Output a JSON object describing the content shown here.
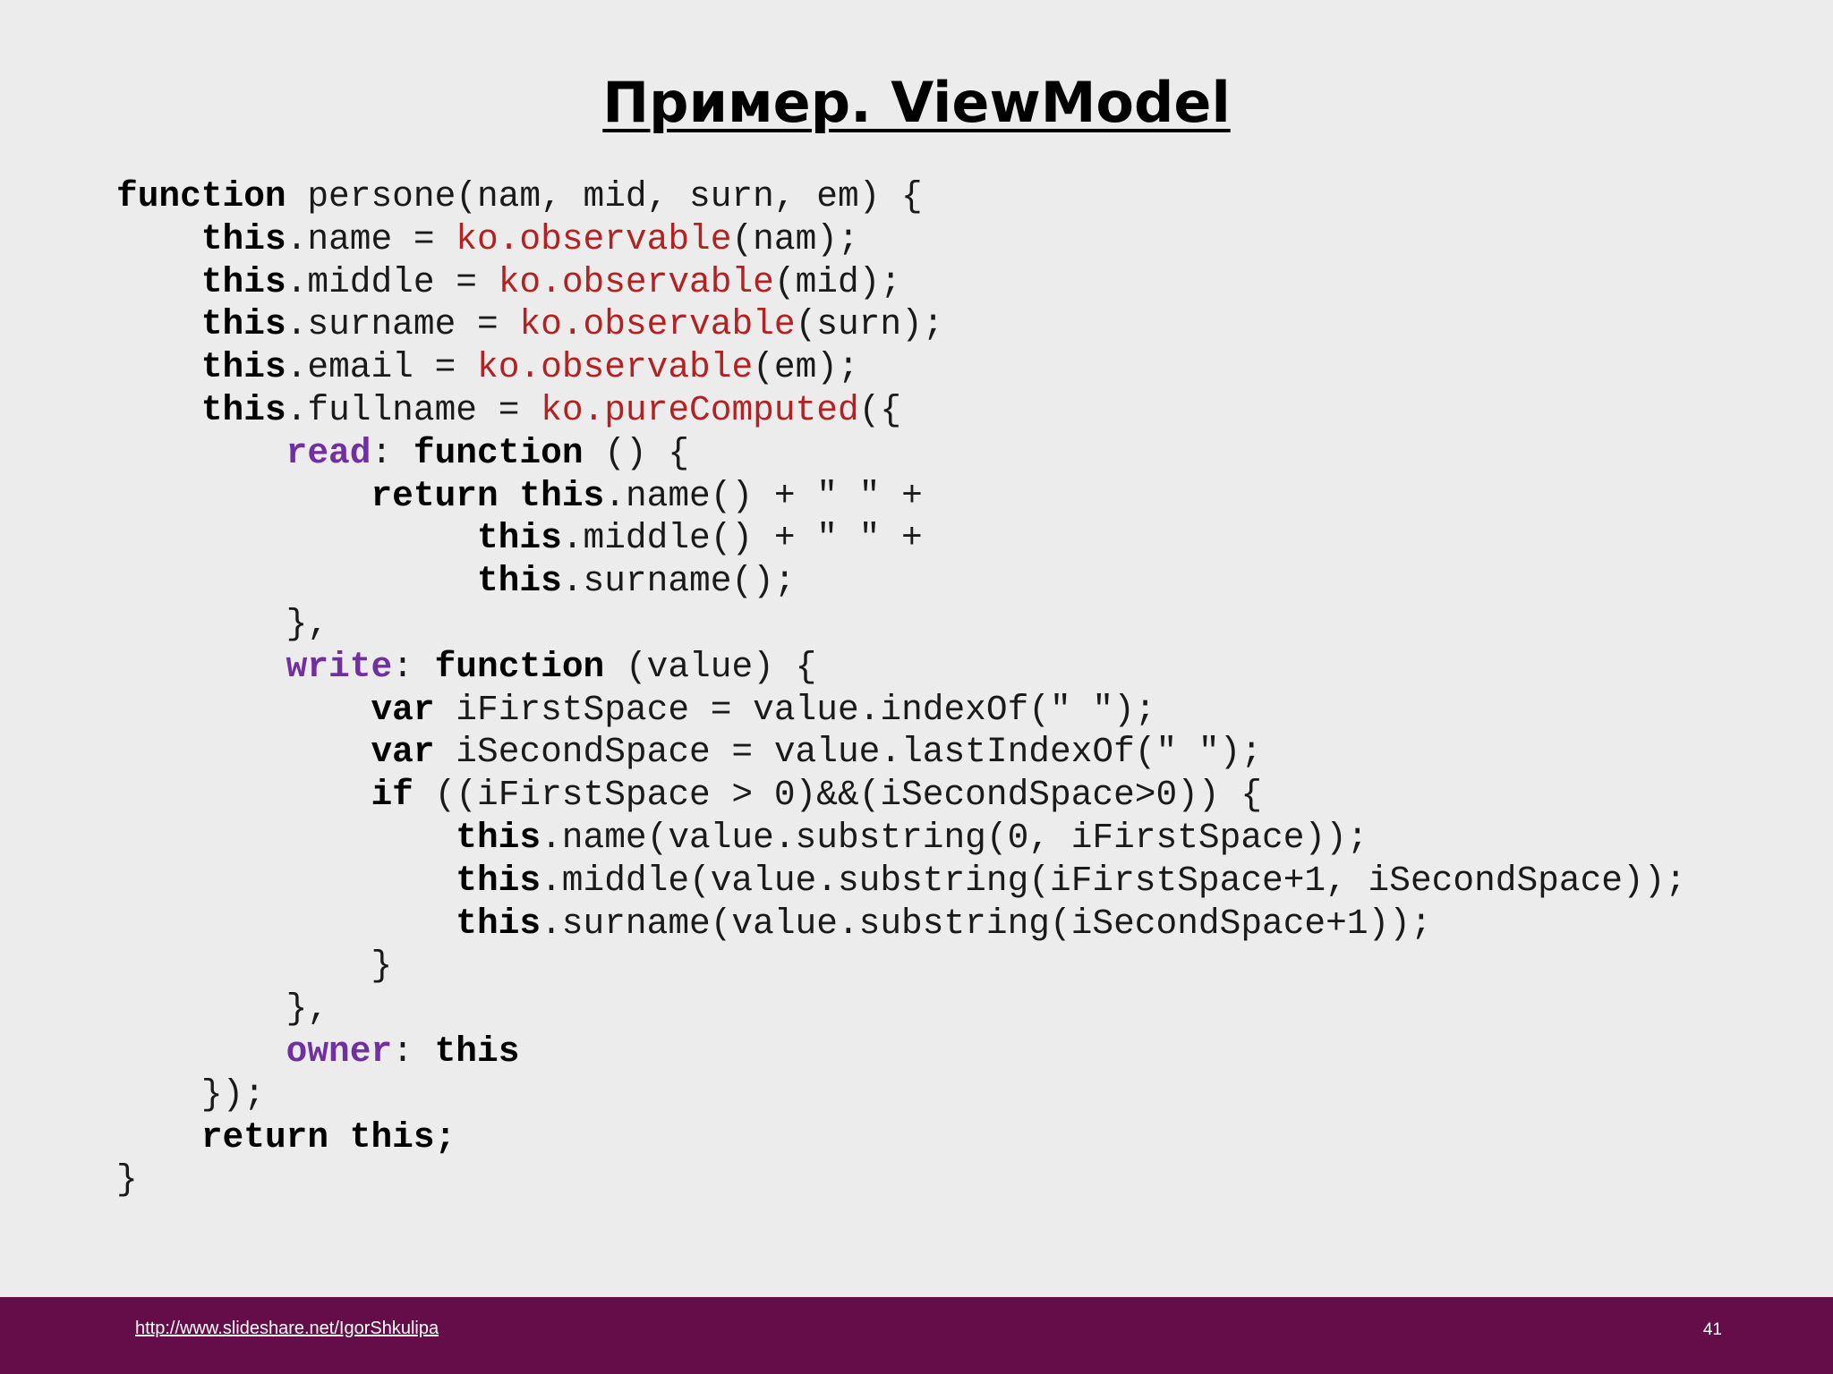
{
  "slide": {
    "title": "Пример. ViewModel",
    "code_lines": [
      [
        {
          "t": "kw",
          "s": "function"
        },
        {
          "t": "plain",
          "s": " persone(nam, mid, surn, em) {"
        }
      ],
      [
        {
          "t": "plain",
          "s": "    "
        },
        {
          "t": "kw",
          "s": "this"
        },
        {
          "t": "plain",
          "s": ".name = "
        },
        {
          "t": "fn",
          "s": "ko.observable"
        },
        {
          "t": "plain",
          "s": "(nam);"
        }
      ],
      [
        {
          "t": "plain",
          "s": "    "
        },
        {
          "t": "kw",
          "s": "this"
        },
        {
          "t": "plain",
          "s": ".middle = "
        },
        {
          "t": "fn",
          "s": "ko.observable"
        },
        {
          "t": "plain",
          "s": "(mid);"
        }
      ],
      [
        {
          "t": "plain",
          "s": "    "
        },
        {
          "t": "kw",
          "s": "this"
        },
        {
          "t": "plain",
          "s": ".surname = "
        },
        {
          "t": "fn",
          "s": "ko.observable"
        },
        {
          "t": "plain",
          "s": "(surn);"
        }
      ],
      [
        {
          "t": "plain",
          "s": "    "
        },
        {
          "t": "kw",
          "s": "this"
        },
        {
          "t": "plain",
          "s": ".email = "
        },
        {
          "t": "fn",
          "s": "ko.observable"
        },
        {
          "t": "plain",
          "s": "(em);"
        }
      ],
      [
        {
          "t": "plain",
          "s": "    "
        },
        {
          "t": "kw",
          "s": "this"
        },
        {
          "t": "plain",
          "s": ".fullname = "
        },
        {
          "t": "fn",
          "s": "ko.pureComputed"
        },
        {
          "t": "plain",
          "s": "({"
        }
      ],
      [
        {
          "t": "plain",
          "s": "        "
        },
        {
          "t": "prop",
          "s": "read"
        },
        {
          "t": "plain",
          "s": ": "
        },
        {
          "t": "kw",
          "s": "function"
        },
        {
          "t": "plain",
          "s": " () {"
        }
      ],
      [
        {
          "t": "plain",
          "s": "            "
        },
        {
          "t": "kw",
          "s": "return"
        },
        {
          "t": "plain",
          "s": " "
        },
        {
          "t": "kw",
          "s": "this"
        },
        {
          "t": "plain",
          "s": ".name() + \" \" +"
        }
      ],
      [
        {
          "t": "plain",
          "s": "                 "
        },
        {
          "t": "kw",
          "s": "this"
        },
        {
          "t": "plain",
          "s": ".middle() + \" \" +"
        }
      ],
      [
        {
          "t": "plain",
          "s": "                 "
        },
        {
          "t": "kw",
          "s": "this"
        },
        {
          "t": "plain",
          "s": ".surname();"
        }
      ],
      [
        {
          "t": "plain",
          "s": "        },"
        }
      ],
      [
        {
          "t": "plain",
          "s": "        "
        },
        {
          "t": "prop",
          "s": "write"
        },
        {
          "t": "plain",
          "s": ": "
        },
        {
          "t": "kw",
          "s": "function"
        },
        {
          "t": "plain",
          "s": " (value) {"
        }
      ],
      [
        {
          "t": "plain",
          "s": "            "
        },
        {
          "t": "kw",
          "s": "var"
        },
        {
          "t": "plain",
          "s": " iFirstSpace = value.indexOf(\" \");"
        }
      ],
      [
        {
          "t": "plain",
          "s": "            "
        },
        {
          "t": "kw",
          "s": "var"
        },
        {
          "t": "plain",
          "s": " iSecondSpace = value.lastIndexOf(\" \");"
        }
      ],
      [
        {
          "t": "plain",
          "s": "            "
        },
        {
          "t": "kw",
          "s": "if"
        },
        {
          "t": "plain",
          "s": " ((iFirstSpace > 0)&&(iSecondSpace>0)) {"
        }
      ],
      [
        {
          "t": "plain",
          "s": "                "
        },
        {
          "t": "kw",
          "s": "this"
        },
        {
          "t": "plain",
          "s": ".name(value.substring(0, iFirstSpace));"
        }
      ],
      [
        {
          "t": "plain",
          "s": "                "
        },
        {
          "t": "kw",
          "s": "this"
        },
        {
          "t": "plain",
          "s": ".middle(value.substring(iFirstSpace+1, iSecondSpace));"
        }
      ],
      [
        {
          "t": "plain",
          "s": "                "
        },
        {
          "t": "kw",
          "s": "this"
        },
        {
          "t": "plain",
          "s": ".surname(value.substring(iSecondSpace+1));"
        }
      ],
      [
        {
          "t": "plain",
          "s": "            }"
        }
      ],
      [
        {
          "t": "plain",
          "s": "        },"
        }
      ],
      [
        {
          "t": "plain",
          "s": "        "
        },
        {
          "t": "prop",
          "s": "owner"
        },
        {
          "t": "plain",
          "s": ": "
        },
        {
          "t": "kw",
          "s": "this"
        }
      ],
      [
        {
          "t": "plain",
          "s": "    });"
        }
      ],
      [
        {
          "t": "plain",
          "s": "    "
        },
        {
          "t": "kw",
          "s": "return this;"
        }
      ],
      [
        {
          "t": "plain",
          "s": "}"
        }
      ]
    ]
  },
  "footer": {
    "link": "http://www.slideshare.net/IgorShkulipa",
    "page_number": "41"
  },
  "colors": {
    "background": "#ececec",
    "footer_bar": "#650d48",
    "keyword": "#000000",
    "function_call": "#b22222",
    "property_key": "#7030a0"
  }
}
